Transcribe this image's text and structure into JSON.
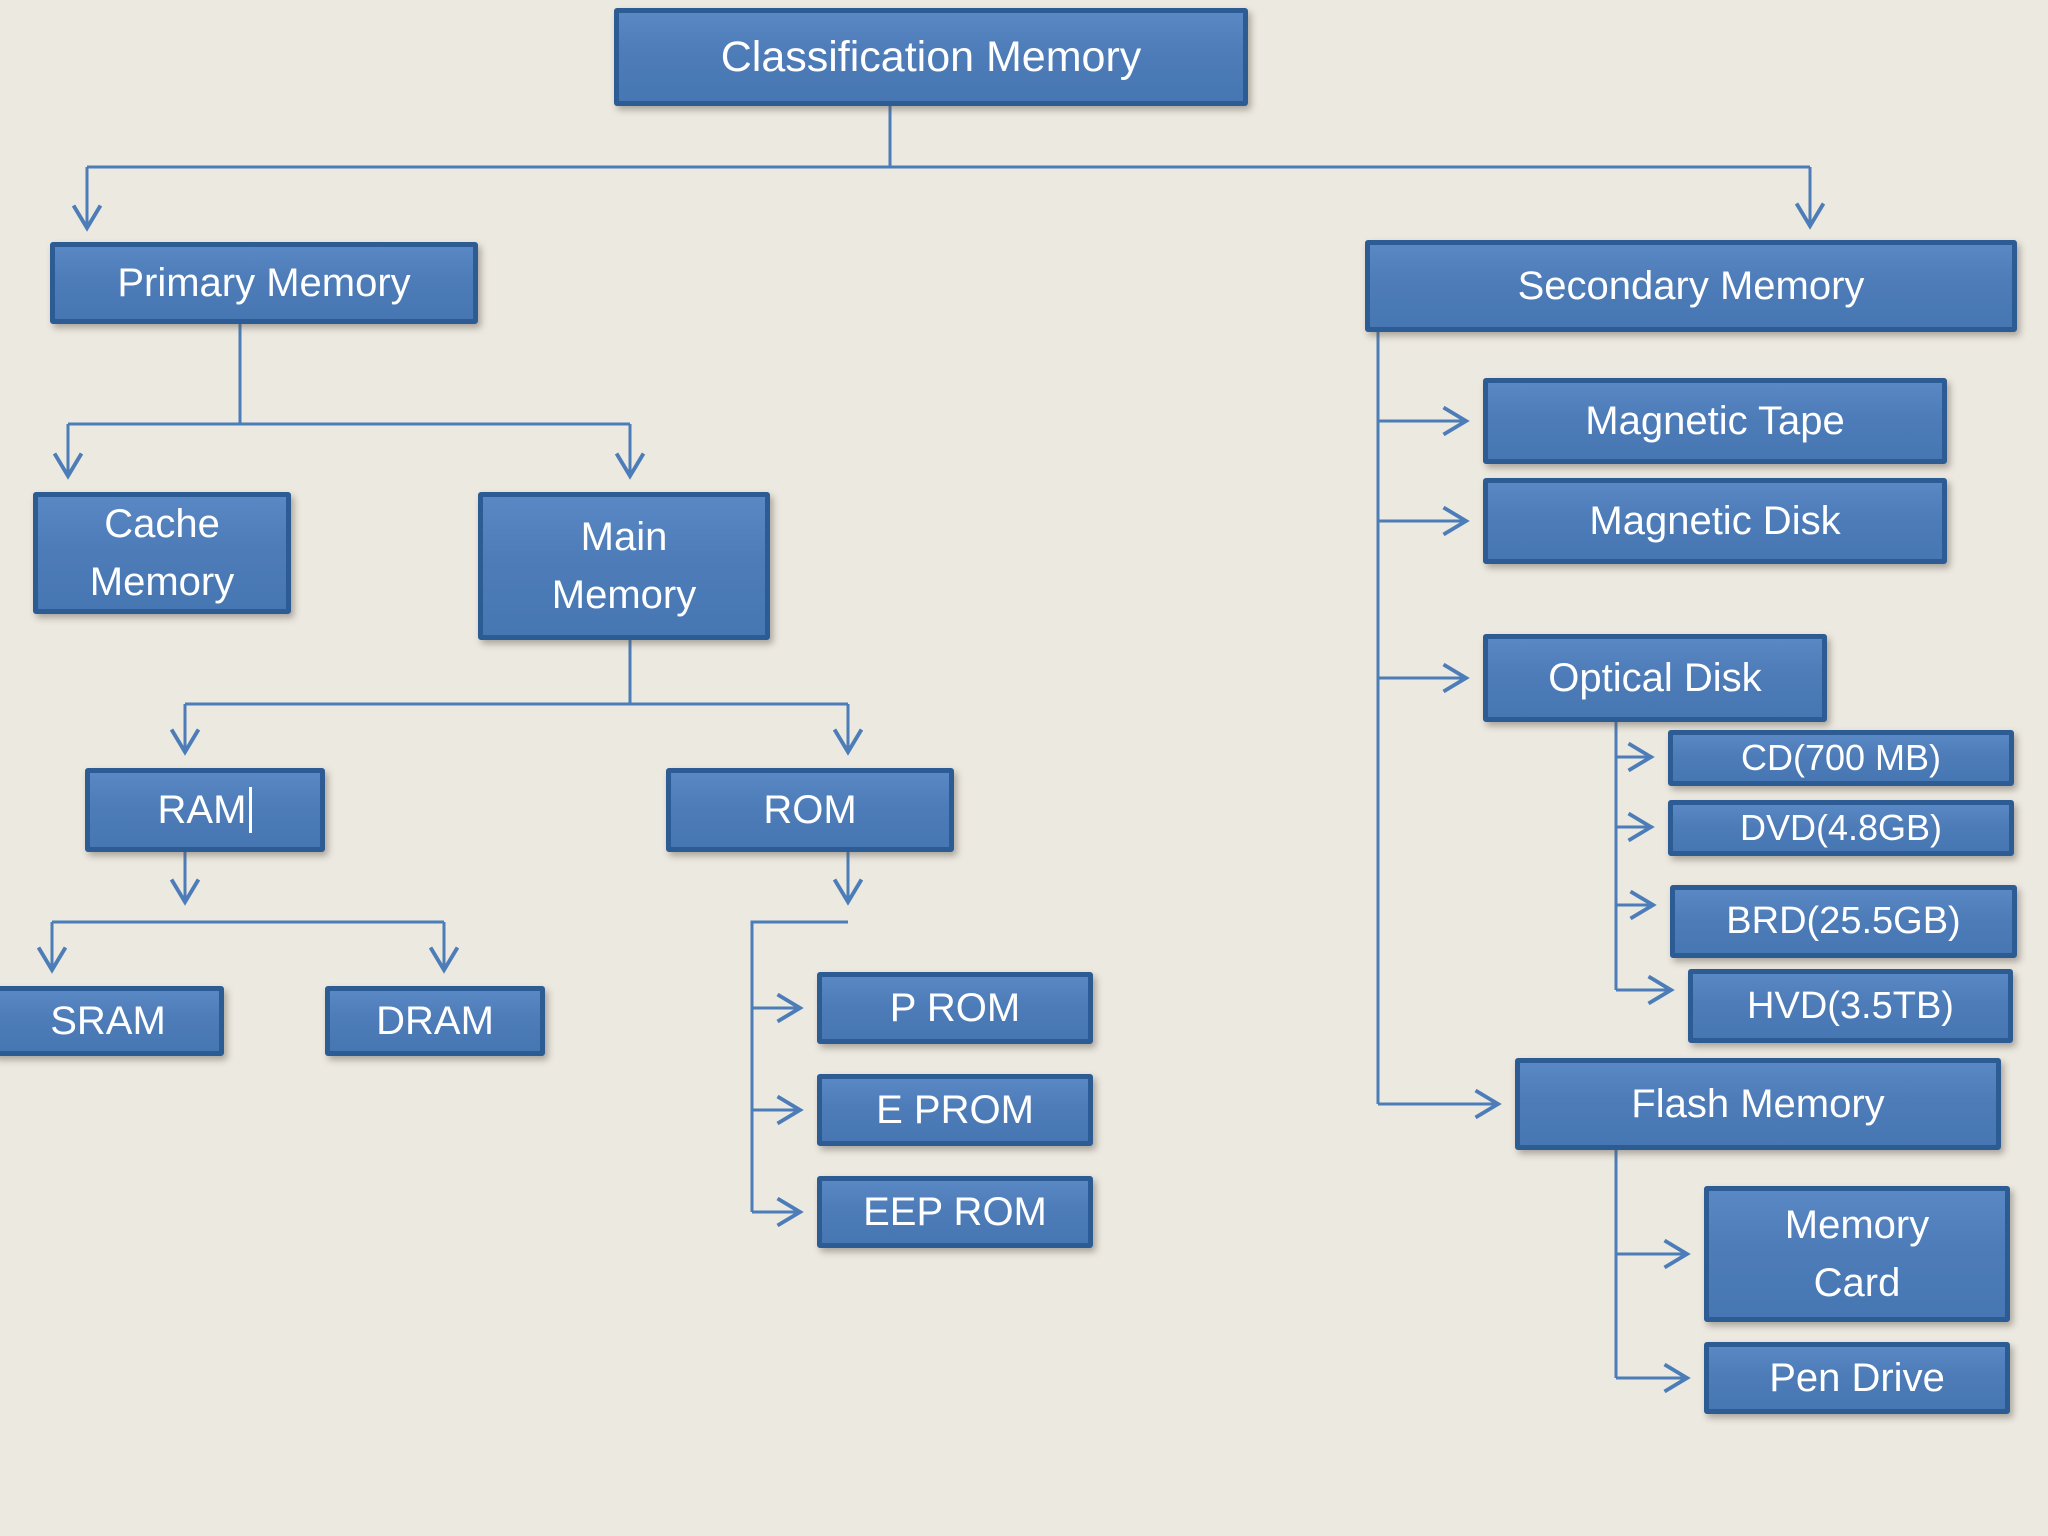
{
  "diagram": {
    "title": "Classification Memory",
    "type": "hierarchy-flowchart"
  },
  "colors": {
    "background": "#ece9e0",
    "box_fill": "#4d7cb8",
    "box_border": "#2d5b94",
    "connector": "#4d7db9",
    "text": "#ffffff"
  },
  "nodes": {
    "classification": {
      "label": "Classification Memory"
    },
    "primary": {
      "label": "Primary Memory"
    },
    "cache": {
      "label": "Cache Memory",
      "lines": [
        "Cache",
        "Memory"
      ]
    },
    "main": {
      "label": "Main Memory",
      "lines": [
        "Main",
        "Memory"
      ]
    },
    "ram": {
      "label": "RAM"
    },
    "rom": {
      "label": "ROM"
    },
    "sram": {
      "label": "SRAM"
    },
    "dram": {
      "label": "DRAM"
    },
    "prom": {
      "label": "P ROM"
    },
    "eprom": {
      "label": "E PROM"
    },
    "eeprom": {
      "label": "EEP ROM"
    },
    "secondary": {
      "label": "Secondary Memory"
    },
    "mtape": {
      "label": "Magnetic Tape"
    },
    "mdisk": {
      "label": "Magnetic Disk"
    },
    "odisk": {
      "label": "Optical Disk"
    },
    "cd": {
      "label": "CD(700 MB)"
    },
    "dvd": {
      "label": "DVD(4.8GB)"
    },
    "brd": {
      "label": "BRD(25.5GB)"
    },
    "hvd": {
      "label": "HVD(3.5TB)"
    },
    "flash": {
      "label": "Flash Memory"
    },
    "mcard": {
      "label": "Memory Card",
      "lines": [
        "Memory",
        "Card"
      ]
    },
    "pdrive": {
      "label": "Pen Drive"
    }
  },
  "tree": {
    "id": "classification",
    "children": [
      {
        "id": "primary",
        "children": [
          {
            "id": "cache"
          },
          {
            "id": "main",
            "children": [
              {
                "id": "ram",
                "children": [
                  {
                    "id": "sram"
                  },
                  {
                    "id": "dram"
                  }
                ]
              },
              {
                "id": "rom",
                "children": [
                  {
                    "id": "prom"
                  },
                  {
                    "id": "eprom"
                  },
                  {
                    "id": "eeprom"
                  }
                ]
              }
            ]
          }
        ]
      },
      {
        "id": "secondary",
        "children": [
          {
            "id": "mtape"
          },
          {
            "id": "mdisk"
          },
          {
            "id": "odisk",
            "children": [
              {
                "id": "cd"
              },
              {
                "id": "dvd"
              },
              {
                "id": "brd"
              },
              {
                "id": "hvd"
              }
            ]
          },
          {
            "id": "flash",
            "children": [
              {
                "id": "mcard"
              },
              {
                "id": "pdrive"
              }
            ]
          }
        ]
      }
    ]
  }
}
